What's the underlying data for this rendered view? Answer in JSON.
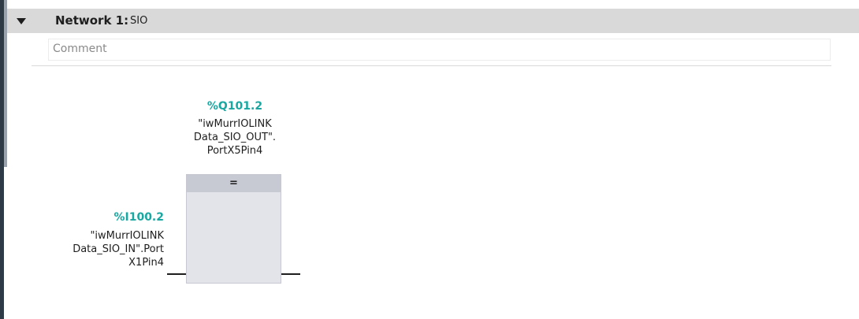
{
  "network": {
    "label": "Network 1:",
    "name": "SIO",
    "comment_placeholder": "Comment"
  },
  "output_operand": {
    "address": "%Q101.2",
    "tag_lines": [
      "\"iwMurrIOLINK",
      "Data_SIO_OUT\".",
      "PortX5Pin4"
    ]
  },
  "input_operand": {
    "address": "%I100.2",
    "tag_lines": [
      "\"iwMurrIOLINK",
      "Data_SIO_IN\".Port",
      "X1Pin4"
    ]
  },
  "box": {
    "symbol": "="
  },
  "icons": {
    "collapse": "triangle-down-icon"
  }
}
